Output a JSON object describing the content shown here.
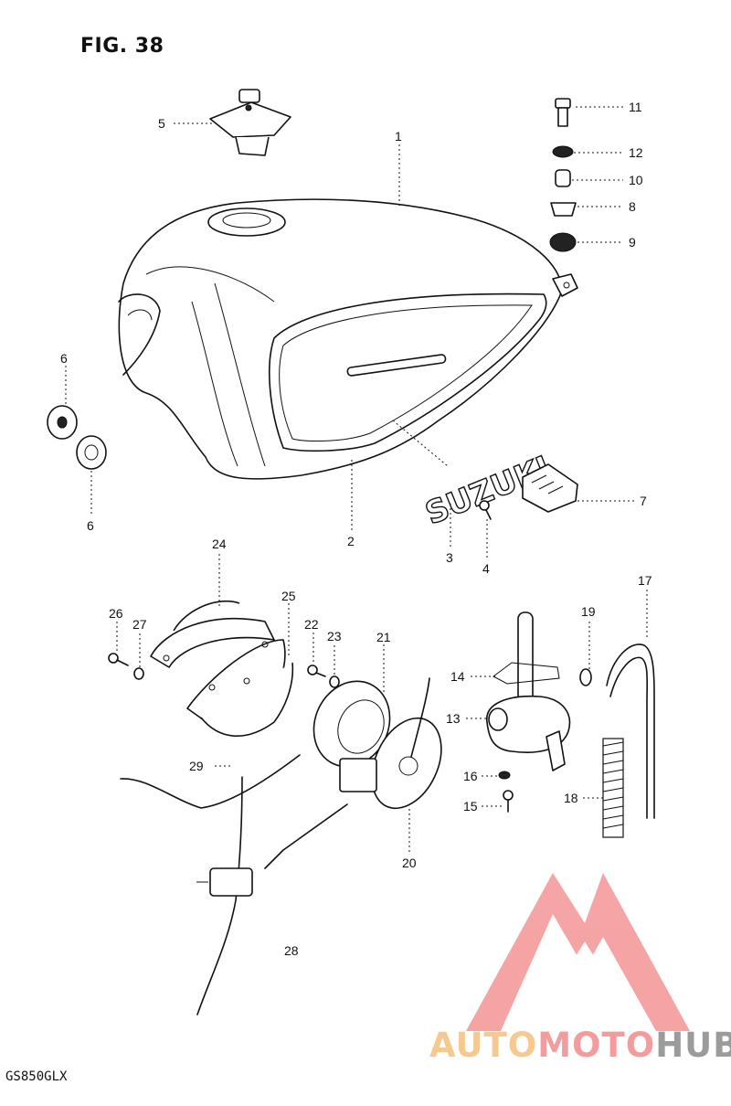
{
  "figure": {
    "title": "FIG. 38",
    "model": "GS850GLX"
  },
  "tank_emblem": "SUZUKI",
  "callouts": [
    {
      "id": "c1",
      "label": "1"
    },
    {
      "id": "c2",
      "label": "2"
    },
    {
      "id": "c3",
      "label": "3"
    },
    {
      "id": "c4",
      "label": "4"
    },
    {
      "id": "c5",
      "label": "5"
    },
    {
      "id": "c6a",
      "label": "6"
    },
    {
      "id": "c6b",
      "label": "6"
    },
    {
      "id": "c7",
      "label": "7"
    },
    {
      "id": "c8",
      "label": "8"
    },
    {
      "id": "c9",
      "label": "9"
    },
    {
      "id": "c10",
      "label": "10"
    },
    {
      "id": "c11",
      "label": "11"
    },
    {
      "id": "c12",
      "label": "12"
    },
    {
      "id": "c13",
      "label": "13"
    },
    {
      "id": "c14",
      "label": "14"
    },
    {
      "id": "c15",
      "label": "15"
    },
    {
      "id": "c16",
      "label": "16"
    },
    {
      "id": "c17",
      "label": "17"
    },
    {
      "id": "c18",
      "label": "18"
    },
    {
      "id": "c19",
      "label": "19"
    },
    {
      "id": "c20",
      "label": "20"
    },
    {
      "id": "c21",
      "label": "21"
    },
    {
      "id": "c22",
      "label": "22"
    },
    {
      "id": "c23",
      "label": "23"
    },
    {
      "id": "c24",
      "label": "24"
    },
    {
      "id": "c25",
      "label": "25"
    },
    {
      "id": "c26",
      "label": "26"
    },
    {
      "id": "c27",
      "label": "27"
    },
    {
      "id": "c28",
      "label": "28"
    },
    {
      "id": "c29",
      "label": "29"
    }
  ],
  "watermark": {
    "part1": "AUTO",
    "part2": "MOTO",
    "part3": "HUB",
    "colors": {
      "auto": "#f5c98f",
      "moto": "#f49b9b",
      "hub": "#9b9b9b",
      "logo": "#f49b9b"
    }
  }
}
